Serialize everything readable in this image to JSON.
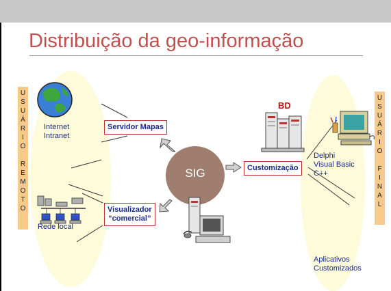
{
  "slide": {
    "title": "Distribuição da geo-informação",
    "left_label": "U\nS\nU\nÁ\nR\nI\nO\n \nR\nE\nM\nO\nT\nO",
    "right_label": "U\nS\nU\nÁ\nR\nI\nO\n \nF\nI\nN\nA\nL",
    "internet_text": "Internet\nIntranet",
    "rede_text": "Rede local",
    "servidor_box": "Servidor Mapas",
    "visualizador_box": "Visualizador\n“comercial”",
    "sig_text": "SIG",
    "customizacao_box": "Customização",
    "bd_text": "BD",
    "languages_text": "Delphi\nVisual Basic\nC++",
    "aplicativos_text": "Aplicativos\nCustomizados"
  },
  "colors": {
    "title": "#c0504d",
    "ellipse_fill": "#fdfbd9",
    "sig_fill": "#a07e6f",
    "box_border": "#c03030",
    "box_text": "#1a2a8a",
    "vlabel_bg": "#f7c98a",
    "arrow_fill": "#d0d0d0"
  },
  "icons": [
    "globe-icon",
    "network-icon",
    "server-icon",
    "workstation-icon",
    "desktop-computer-icon"
  ]
}
